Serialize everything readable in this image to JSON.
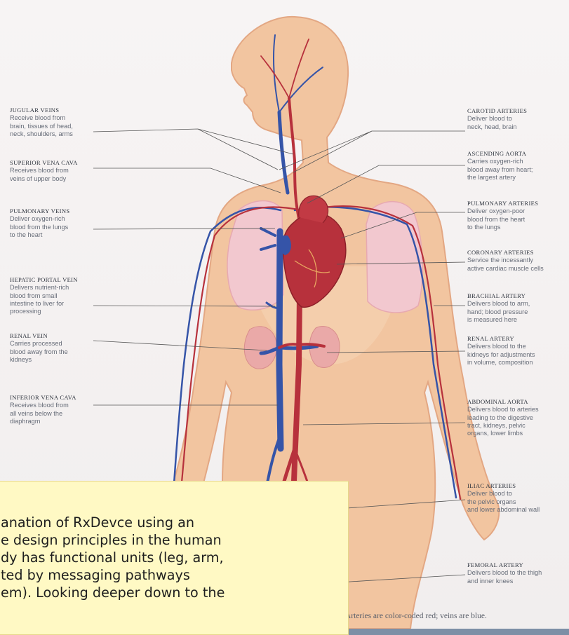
{
  "left_labels": [
    {
      "title": "JUGULAR VEINS",
      "desc": [
        "Receive blood from",
        "brain, tissues of head,",
        "neck, shoulders, arms"
      ]
    },
    {
      "title": "SUPERIOR VENA CAVA",
      "desc": [
        "Receives blood from",
        "veins of upper body"
      ]
    },
    {
      "title": "PULMONARY VEINS",
      "desc": [
        "Deliver oxygen-rich",
        "blood from the lungs",
        "to the heart"
      ]
    },
    {
      "title": "HEPATIC PORTAL VEIN",
      "desc": [
        "Delivers nutrient-rich",
        "blood from small",
        "intestine to liver for",
        "processing"
      ]
    },
    {
      "title": "RENAL VEIN",
      "desc": [
        "Carries processed",
        "blood away from the",
        "kidneys"
      ]
    },
    {
      "title": "INFERIOR VENA CAVA",
      "desc": [
        "Receives blood from",
        "all veins below the",
        "diaphragm"
      ]
    }
  ],
  "right_labels": [
    {
      "title": "CAROTID ARTERIES",
      "desc": [
        "Deliver blood to",
        "neck, head, brain"
      ]
    },
    {
      "title": "ASCENDING AORTA",
      "desc": [
        "Carries oxygen-rich",
        "blood away from heart;",
        "the largest artery"
      ]
    },
    {
      "title": "PULMONARY ARTERIES",
      "desc": [
        "Deliver oxygen-poor",
        "blood from the heart",
        "to the lungs"
      ]
    },
    {
      "title": "CORONARY ARTERIES",
      "desc": [
        "Service the incessantly",
        "active cardiac muscle cells"
      ]
    },
    {
      "title": "BRACHIAL ARTERY",
      "desc": [
        "Delivers blood to arm,",
        "hand; blood pressure",
        "is measured here"
      ]
    },
    {
      "title": "RENAL ARTERY",
      "desc": [
        "Delivers blood to the",
        "kidneys for adjustments",
        "in volume, composition"
      ]
    },
    {
      "title": "ABDOMINAL AORTA",
      "desc": [
        "Delivers blood to arteries",
        "leading to the digestive",
        "tract, kidneys, pelvic",
        "organs, lower limbs"
      ]
    },
    {
      "title": "ILIAC ARTERIES",
      "desc": [
        "Deliver blood to",
        "the pelvic organs",
        "and lower abdominal wall"
      ]
    },
    {
      "title": "FEMORAL ARTERY",
      "desc": [
        "Delivers blood to the thigh",
        "and inner knees"
      ]
    }
  ],
  "caption": "Arteries are color-coded red; veins are blue.",
  "note": {
    "lines": [
      "anation of RxDevce using an",
      "e design principles in the human",
      "dy has functional units (leg, arm,",
      "ted by messaging pathways",
      "em). Looking deeper down to the"
    ]
  },
  "colors": {
    "artery": "#b7313c",
    "vein": "#3554a8",
    "skin": "#f0c6a0",
    "lung": "#f1c2c8",
    "kidney": "#e9a9a8",
    "note": "#fff9c4"
  }
}
